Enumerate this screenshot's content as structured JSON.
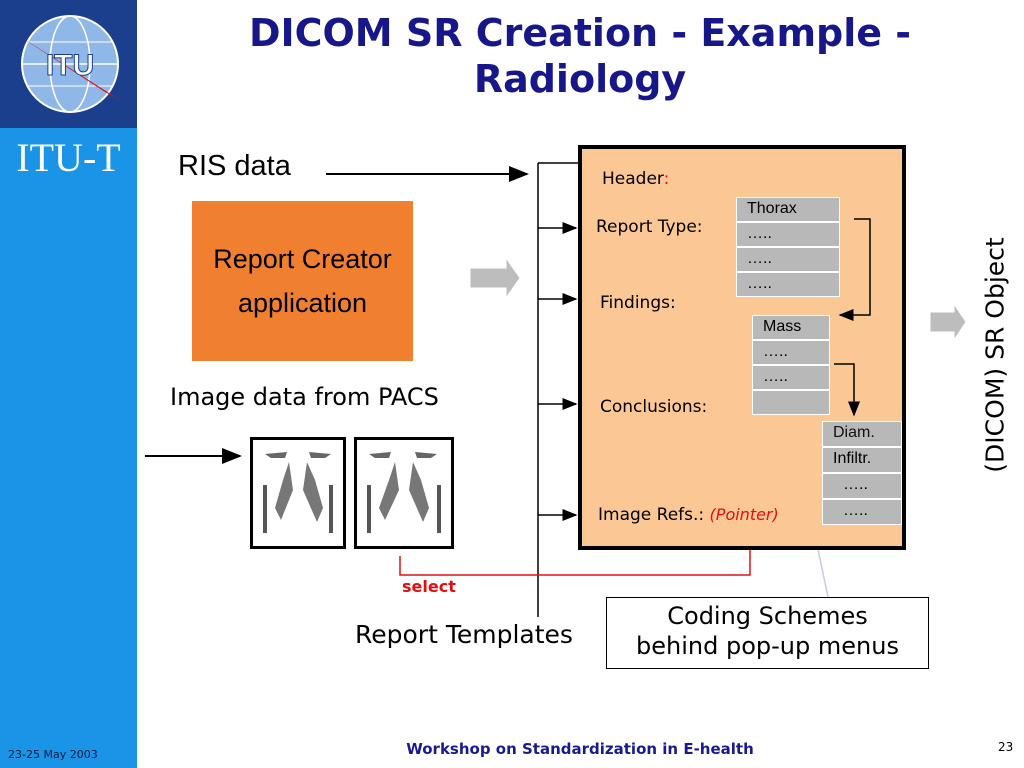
{
  "slide": {
    "title_line1": "DICOM SR Creation - Example -",
    "title_line2": "Radiology",
    "org": "ITU-T",
    "logo_text": "ITU",
    "date": "23-25 May 2003",
    "footer": "Workshop on Standardization in E-health",
    "page_number": "23"
  },
  "diagram": {
    "ris_data": "RIS data",
    "report_creator_line1": "Report Creator",
    "report_creator_line2": "application",
    "pacs_label": "Image data from PACS",
    "select_label": "select",
    "templates_label": "Report Templates",
    "coding_line1": "Coding Schemes",
    "coding_line2": "behind pop-up menus",
    "output_label": "(DICOM) SR Object",
    "sr": {
      "header": "Header",
      "header_colon": ":",
      "report_type": "Report Type:",
      "findings": "Findings:",
      "conclusions": "Conclusions:",
      "image_refs": "Image Refs.:",
      "pointer": "(Pointer)"
    },
    "menus": {
      "report_type": [
        "Thorax",
        "…..",
        "…..",
        "….."
      ],
      "findings": [
        "Mass",
        "…..",
        "…..",
        ""
      ],
      "conclusions": [
        "Diam.",
        "Infiltr.",
        "…..",
        "….."
      ]
    }
  },
  "colors": {
    "title": "#17178a",
    "sidebar": "#1a94e6",
    "creator_box": "#f08030",
    "sr_box": "#fbc895",
    "menu_cell": "#b8b8b8",
    "select_line": "#e01010"
  }
}
